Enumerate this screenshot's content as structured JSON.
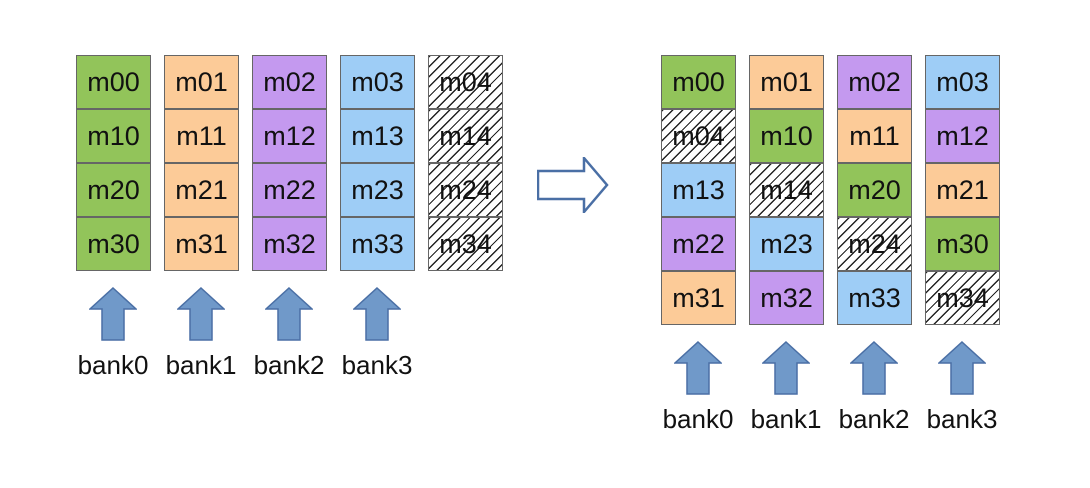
{
  "colors": {
    "bank0": "#92c45a",
    "bank1": "#fccb98",
    "bank2": "#c499ef",
    "bank3": "#9ecdf6",
    "hatched": "hatched",
    "arrow_fill": "#7099c9",
    "arrow_stroke": "#4a6fa5"
  },
  "left": {
    "columns": [
      [
        {
          "label": "m00",
          "color": "bank0"
        },
        {
          "label": "m10",
          "color": "bank0"
        },
        {
          "label": "m20",
          "color": "bank0"
        },
        {
          "label": "m30",
          "color": "bank0"
        }
      ],
      [
        {
          "label": "m01",
          "color": "bank1"
        },
        {
          "label": "m11",
          "color": "bank1"
        },
        {
          "label": "m21",
          "color": "bank1"
        },
        {
          "label": "m31",
          "color": "bank1"
        }
      ],
      [
        {
          "label": "m02",
          "color": "bank2"
        },
        {
          "label": "m12",
          "color": "bank2"
        },
        {
          "label": "m22",
          "color": "bank2"
        },
        {
          "label": "m32",
          "color": "bank2"
        }
      ],
      [
        {
          "label": "m03",
          "color": "bank3"
        },
        {
          "label": "m13",
          "color": "bank3"
        },
        {
          "label": "m23",
          "color": "bank3"
        },
        {
          "label": "m33",
          "color": "bank3"
        }
      ],
      [
        {
          "label": "m04",
          "color": "hatched"
        },
        {
          "label": "m14",
          "color": "hatched"
        },
        {
          "label": "m24",
          "color": "hatched"
        },
        {
          "label": "m34",
          "color": "hatched"
        }
      ]
    ],
    "banks": [
      "bank0",
      "bank1",
      "bank2",
      "bank3"
    ]
  },
  "right": {
    "columns": [
      [
        {
          "label": "m00",
          "color": "bank0"
        },
        {
          "label": "m04",
          "color": "hatched"
        },
        {
          "label": "m13",
          "color": "bank3"
        },
        {
          "label": "m22",
          "color": "bank2"
        },
        {
          "label": "m31",
          "color": "bank1"
        }
      ],
      [
        {
          "label": "m01",
          "color": "bank1"
        },
        {
          "label": "m10",
          "color": "bank0"
        },
        {
          "label": "m14",
          "color": "hatched"
        },
        {
          "label": "m23",
          "color": "bank3"
        },
        {
          "label": "m32",
          "color": "bank2"
        }
      ],
      [
        {
          "label": "m02",
          "color": "bank2"
        },
        {
          "label": "m11",
          "color": "bank1"
        },
        {
          "label": "m20",
          "color": "bank0"
        },
        {
          "label": "m24",
          "color": "hatched"
        },
        {
          "label": "m33",
          "color": "bank3"
        }
      ],
      [
        {
          "label": "m03",
          "color": "bank3"
        },
        {
          "label": "m12",
          "color": "bank2"
        },
        {
          "label": "m21",
          "color": "bank1"
        },
        {
          "label": "m30",
          "color": "bank0"
        },
        {
          "label": "m34",
          "color": "hatched"
        }
      ]
    ],
    "banks": [
      "bank0",
      "bank1",
      "bank2",
      "bank3"
    ]
  }
}
